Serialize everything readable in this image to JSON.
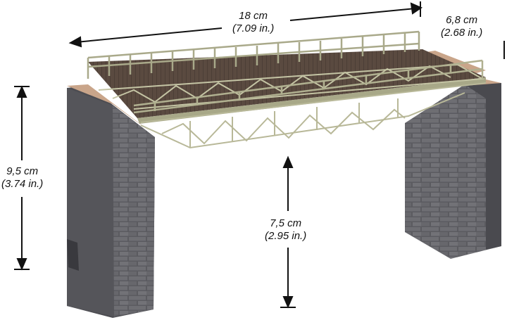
{
  "dimensions": {
    "length": {
      "metric": "18 cm",
      "imperial": "(7.09 in.)"
    },
    "width": {
      "metric": "6,8 cm",
      "imperial": "(2.68 in.)"
    },
    "total_height": {
      "metric": "9,5 cm",
      "imperial": "(3.74 in.)"
    },
    "clearance_height": {
      "metric": "7,5 cm",
      "imperial": "(2.95 in.)"
    }
  },
  "colors": {
    "stone": "#5e5e62",
    "stone_dark": "#3c3c40",
    "cap": "#c9a58a",
    "truss": "#b8b898",
    "deck": "#5a4a40"
  }
}
